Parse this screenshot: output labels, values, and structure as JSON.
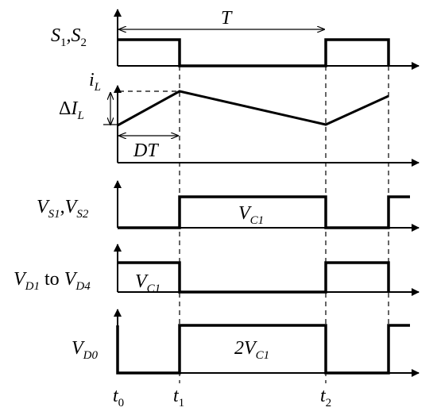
{
  "labels": {
    "switch_main": "S",
    "switch_sub1": "1",
    "switch_sep": ",S",
    "switch_sub2": "2",
    "period": "T",
    "current_main": "i",
    "current_sub": "L",
    "ripple_delta": "Δ",
    "ripple_main": "I",
    "ripple_sub": "L",
    "duty": "DT",
    "vs_main1": "V",
    "vs_sub1": "S1",
    "vs_sep": ",",
    "vs_main2": "V",
    "vs_sub2": "S2",
    "vd_main1": "V",
    "vd_sub1": "D1",
    "vd_to": " to ",
    "vd_main2": "V",
    "vd_sub2": "D4",
    "vd0_main": "V",
    "vd0_sub": "D0",
    "level_vs_main": "V",
    "level_vs_sub": "C1",
    "level_vd_main": "V",
    "level_vd_sub": "C1",
    "level_vd0_coef": "2",
    "level_vd0_main": "V",
    "level_vd0_sub": "C1",
    "t0_main": "t",
    "t0_sub": "0",
    "t1_main": "t",
    "t1_sub": "1",
    "t2_main": "t",
    "t2_sub": "2"
  }
}
